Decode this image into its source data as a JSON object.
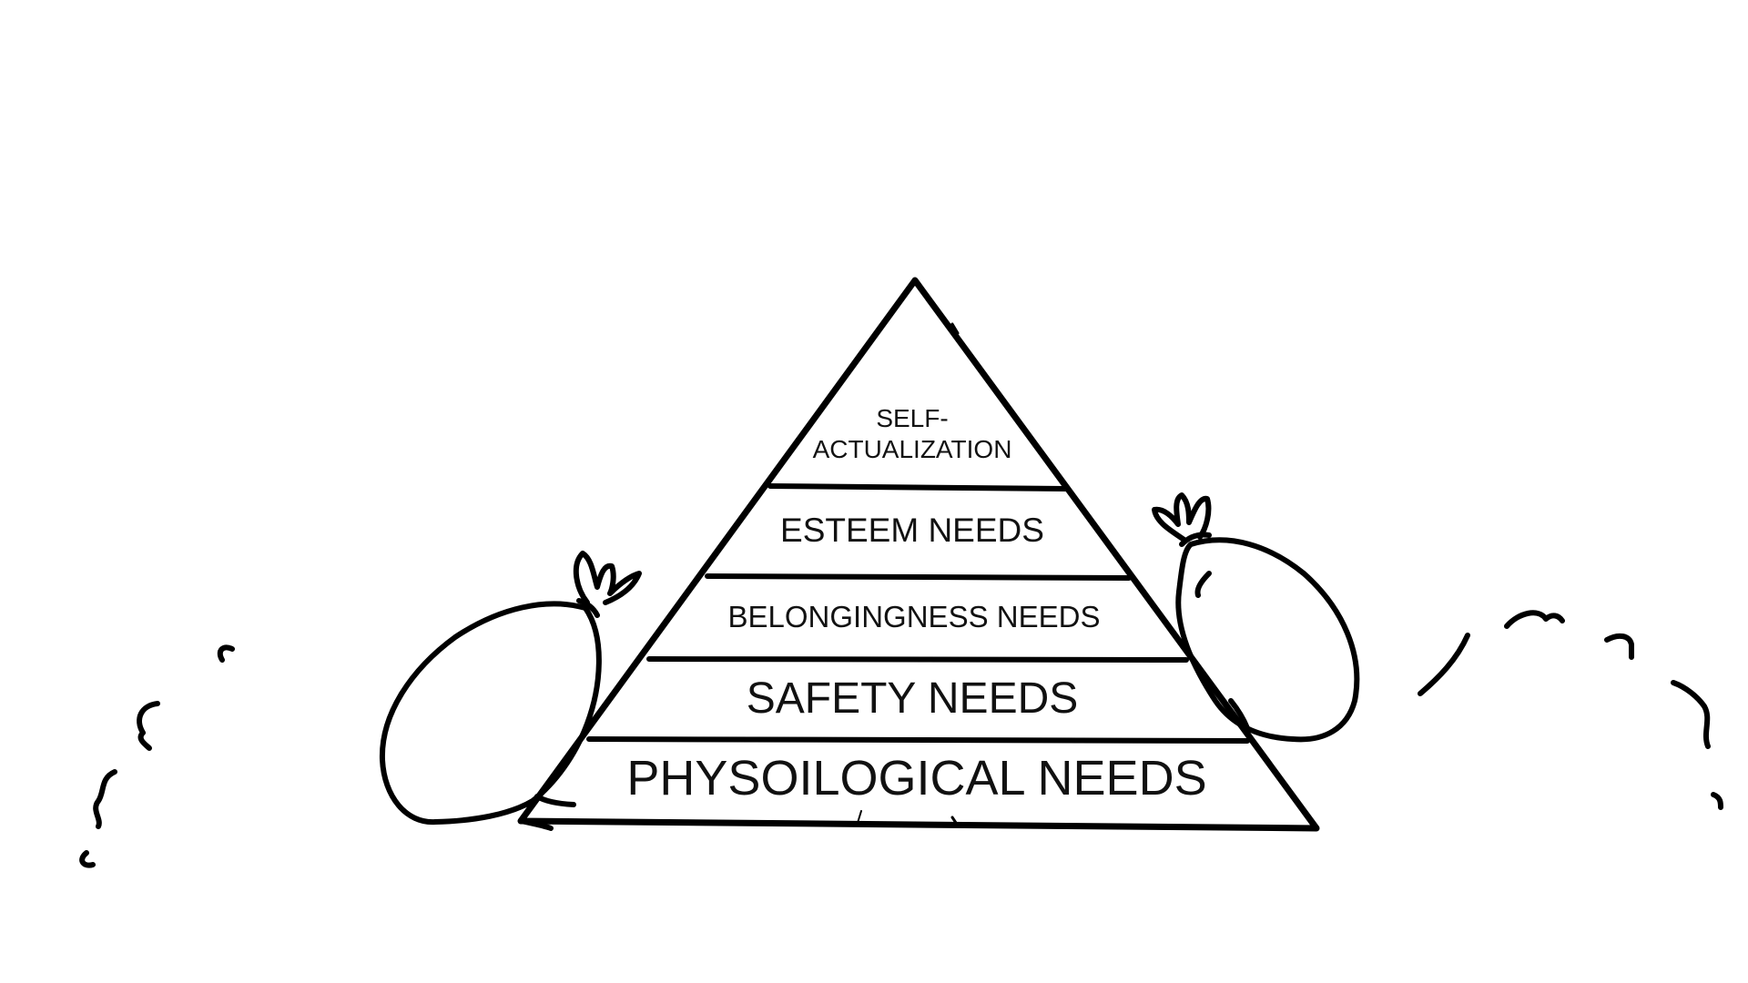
{
  "diagram": {
    "tiers": [
      {
        "id": "self-actualization",
        "lines": [
          "SELF-",
          "ACTUALIZATION"
        ]
      },
      {
        "id": "esteem",
        "lines": [
          "ESTEEM NEEDS"
        ]
      },
      {
        "id": "belongingness",
        "lines": [
          "BELONGINGNESS NEEDS"
        ]
      },
      {
        "id": "safety",
        "lines": [
          "SAFETY NEEDS"
        ]
      },
      {
        "id": "physiological",
        "lines": [
          "PHYSOILOGICAL NEEDS"
        ]
      }
    ]
  },
  "colors": {
    "ink": "#000000",
    "background": "#ffffff"
  }
}
